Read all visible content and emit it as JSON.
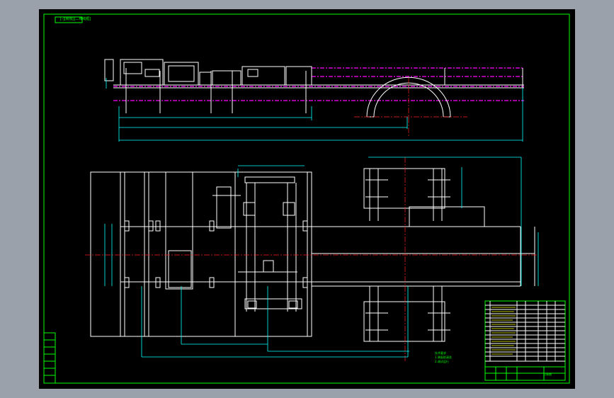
{
  "window": {
    "view_tag": "[-][俯视][二维线框]"
  },
  "notes": {
    "line1": "技术要求",
    "line2": "1.装配前清洗",
    "line3": "2.调试运行"
  },
  "title_block": {
    "sheet_label": "总装图"
  },
  "colors": {
    "background": "#000000",
    "frame": "#00ff00",
    "outline": "#ffffff",
    "dimension": "#00ffff",
    "centerline": "#ff00ff",
    "axis": "#ff2020"
  }
}
